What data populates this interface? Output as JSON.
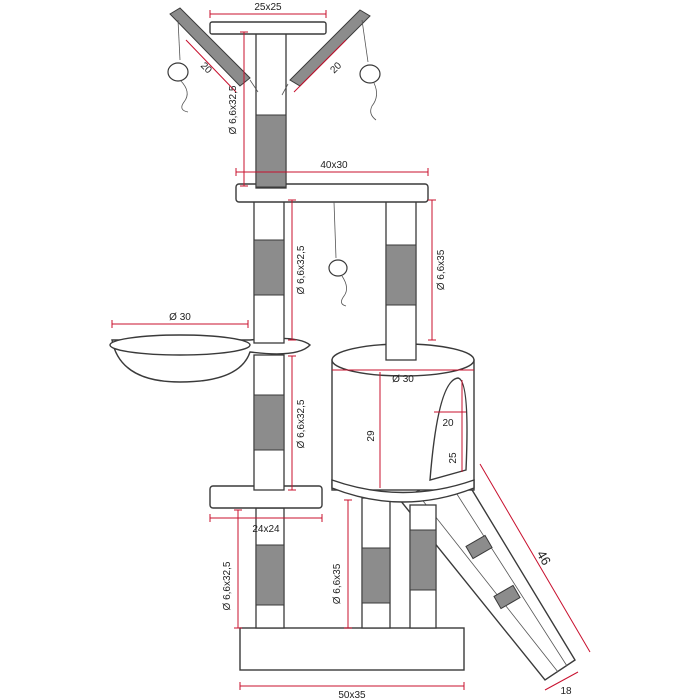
{
  "dimensions": {
    "top_platform": "25x25",
    "arm_left": "20",
    "arm_right": "20",
    "top_post": "Ø 6,6x32,5",
    "upper_platform": "40x30",
    "mid_left_post": "Ø 6,6x32,5",
    "mid_right_post": "Ø 6,6x35",
    "basket": "Ø 30",
    "lower_left_post": "Ø 6,6x32,5",
    "cave_diameter": "Ø 30",
    "cave_height": "29",
    "cave_opening_width": "20",
    "cave_opening_height": "25",
    "small_platform": "24x24",
    "bottom_left_post": "Ø 6,6x32,5",
    "bottom_mid_post": "Ø 6,6x35",
    "ramp_length": "46",
    "ramp_width": "18",
    "base": "50x35"
  },
  "colors": {
    "dimension_line": "#c8102e",
    "outline": "#3a3a3a",
    "sisal_rope": "#8c8c8c"
  }
}
